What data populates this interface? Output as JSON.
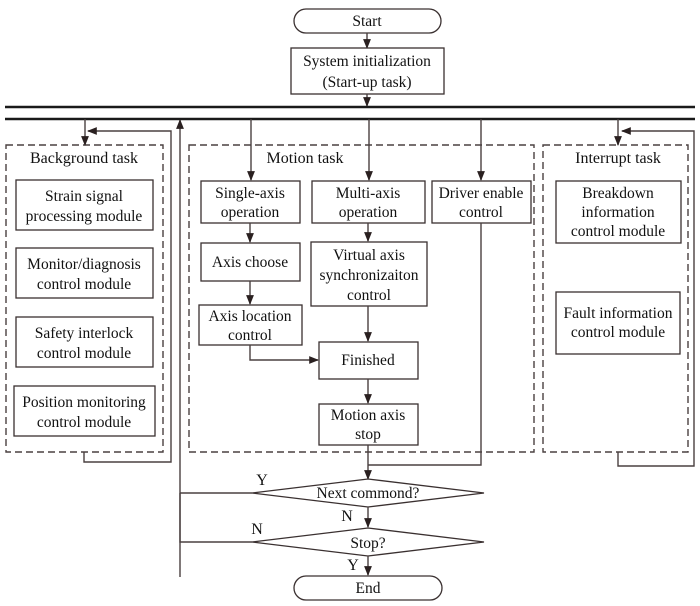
{
  "diagram": {
    "type": "flowchart",
    "start": "Start",
    "init": [
      "System initialization",
      "(Start-up task)"
    ],
    "background_task": {
      "title": "Background task",
      "modules": [
        [
          "Strain signal",
          "processing module"
        ],
        [
          "Monitor/diagnosis",
          "control module"
        ],
        [
          "Safety interlock",
          "control module"
        ],
        [
          "Position monitoring",
          "control module"
        ]
      ]
    },
    "motion_task": {
      "title": "Motion task",
      "single_axis": [
        "Single-axis",
        "operation"
      ],
      "axis_choose": [
        "Axis choose"
      ],
      "axis_location": [
        "Axis location",
        "control"
      ],
      "multi_axis": [
        "Multi-axis",
        "operation"
      ],
      "virtual_axis": [
        "Virtual axis",
        "synchronizaiton",
        "control"
      ],
      "driver_enable": [
        "Driver enable",
        "control"
      ],
      "finished": [
        "Finished"
      ],
      "motion_stop": [
        "Motion axis",
        "stop"
      ]
    },
    "interrupt_task": {
      "title": "Interrupt task",
      "modules": [
        [
          "Breakdown",
          "information",
          "control module"
        ],
        [
          "Fault information",
          "control module"
        ]
      ]
    },
    "decision_next": "Next commond?",
    "decision_stop": "Stop?",
    "labels": {
      "yes": "Y",
      "no": "N"
    },
    "end": "End"
  }
}
